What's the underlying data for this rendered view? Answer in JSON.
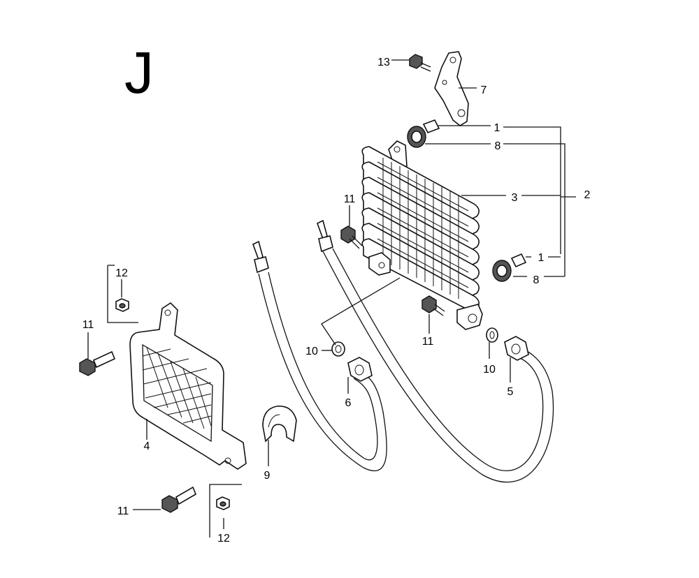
{
  "section_letter": "J",
  "callouts": [
    {
      "id": "c13",
      "text": "13"
    },
    {
      "id": "c7",
      "text": "7"
    },
    {
      "id": "c1a",
      "text": "1"
    },
    {
      "id": "c8a",
      "text": "8"
    },
    {
      "id": "c3",
      "text": "3"
    },
    {
      "id": "c2",
      "text": "2"
    },
    {
      "id": "c1b",
      "text": "1"
    },
    {
      "id": "c8b",
      "text": "8"
    },
    {
      "id": "c11a",
      "text": "11"
    },
    {
      "id": "c11b",
      "text": "11"
    },
    {
      "id": "c12a",
      "text": "12"
    },
    {
      "id": "c11c",
      "text": "11"
    },
    {
      "id": "c4",
      "text": "4"
    },
    {
      "id": "c10a",
      "text": "10"
    },
    {
      "id": "c6",
      "text": "6"
    },
    {
      "id": "c10b",
      "text": "10"
    },
    {
      "id": "c5",
      "text": "5"
    },
    {
      "id": "c9",
      "text": "9"
    },
    {
      "id": "c11d",
      "text": "11"
    },
    {
      "id": "c12b",
      "text": "12"
    }
  ]
}
